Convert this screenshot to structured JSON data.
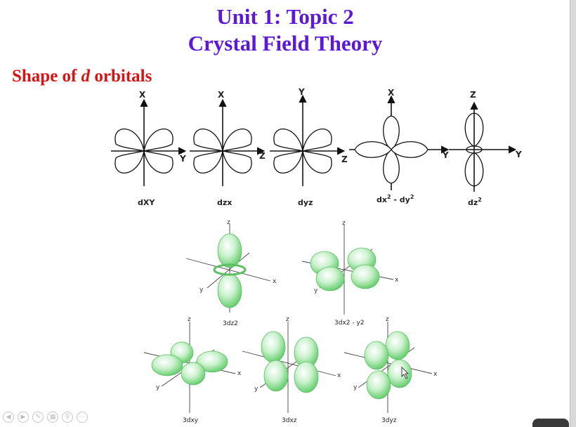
{
  "slide": {
    "title_line1": "Unit 1: Topic 2",
    "title_line2": "Crystal Field Theory",
    "subtitle_prefix": "Shape of ",
    "subtitle_italic": "d",
    "subtitle_suffix": " orbitals",
    "title_color": "#5b19d6",
    "subtitle_color": "#d41515"
  },
  "orbital_diagrams_2d": [
    {
      "up_axis": "X",
      "right_axis": "Y",
      "label": "dXY"
    },
    {
      "up_axis": "X",
      "right_axis": "Z",
      "label": "dzx"
    },
    {
      "up_axis": "Y",
      "right_axis": "Z",
      "label": "dyz"
    },
    {
      "up_axis": "X",
      "right_axis": "Y",
      "label_main": "dx",
      "label_sup1": "2",
      "label_mid": " - dy",
      "label_sup2": "2"
    },
    {
      "up_axis": "Z",
      "right_axis": "Y",
      "label_main": "dz",
      "label_sup": "2"
    }
  ],
  "orbital_diagrams_3d": [
    {
      "label": "3dz2"
    },
    {
      "label": "3dx2 - y2"
    },
    {
      "label": "3dxy"
    },
    {
      "label": "3dxz"
    },
    {
      "label": "3dyz"
    }
  ],
  "axis_letters_3d": {
    "z": "z",
    "x": "x",
    "y": "y"
  },
  "player_controls": [
    "prev-icon",
    "next-icon",
    "pen-icon",
    "slides-icon",
    "zoom-icon",
    "more-icon"
  ],
  "lobe_color": "#7ede86"
}
